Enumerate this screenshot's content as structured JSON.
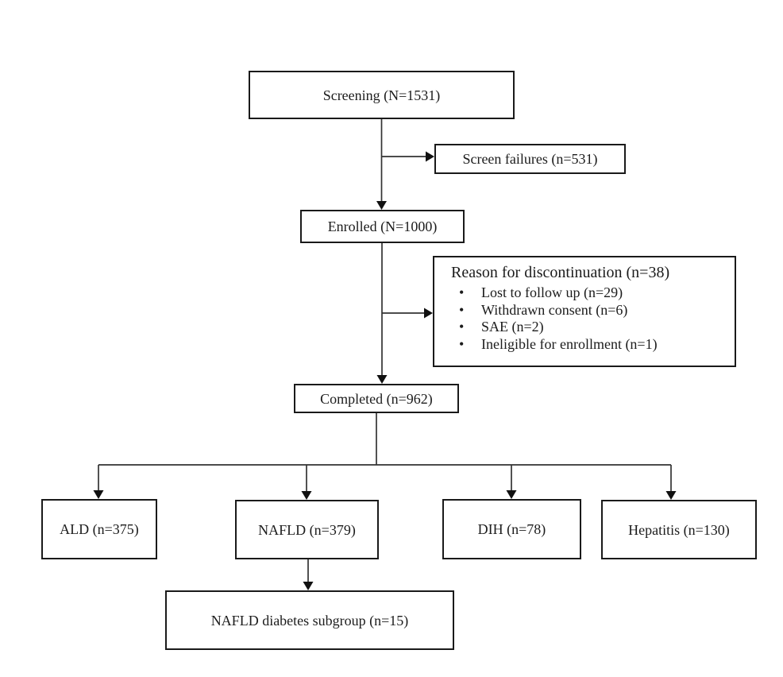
{
  "diagram": {
    "type": "study-flow-diagram",
    "colors": {
      "background": "#ffffff",
      "box_border": "#1a1a1a",
      "connector_line": "#333333",
      "text": "#1c1c1c"
    },
    "nodes": {
      "screening": "Screening (N=1531)",
      "screen_failures": "Screen failures (n=531)",
      "enrolled": "Enrolled (N=1000)",
      "discontinuation_title": "Reason for discontinuation (n=38)",
      "discontinuation_items": [
        "Lost to follow up (n=29)",
        "Withdrawn consent (n=6)",
        "SAE (n=2)",
        "Ineligible for enrollment (n=1)"
      ],
      "completed": "Completed (n=962)",
      "ald": "ALD (n=375)",
      "nafld": "NAFLD (n=379)",
      "dih": "DIH (n=78)",
      "hepatitis": "Hepatitis (n=130)",
      "nafld_diabetes_subgroup": "NAFLD diabetes subgroup (n=15)"
    },
    "edges": [
      "screening -> enrolled",
      "screening -> screen_failures",
      "enrolled -> completed",
      "enrolled -> discontinuation",
      "completed -> ald",
      "completed -> nafld",
      "completed -> dih",
      "completed -> hepatitis",
      "nafld -> nafld_diabetes_subgroup"
    ]
  }
}
